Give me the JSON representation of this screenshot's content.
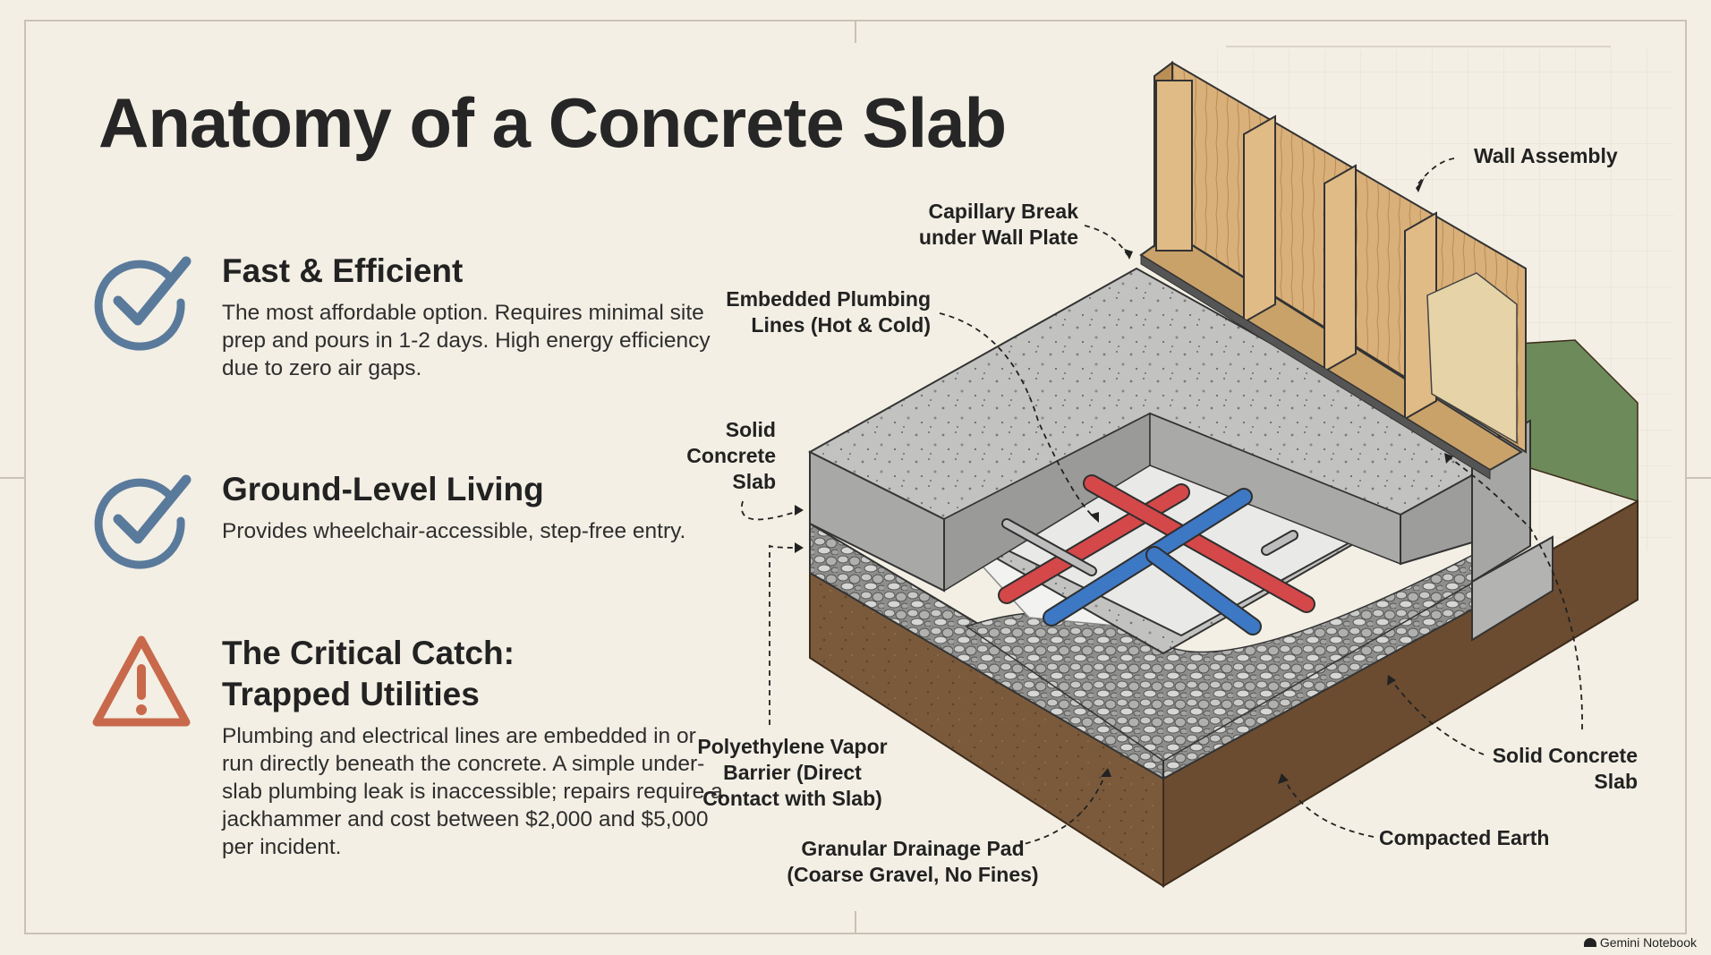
{
  "title": "Anatomy of a Concrete Slab",
  "features": [
    {
      "icon": "check-circle-icon",
      "heading": "Fast & Efficient",
      "body": "The most affordable option. Requires minimal site prep and pours in 1-2 days. High energy efficiency due to zero air gaps."
    },
    {
      "icon": "check-circle-icon",
      "heading": "Ground-Level Living",
      "body": "Provides wheelchair-accessible, step-free entry."
    },
    {
      "icon": "warning-triangle-icon",
      "heading_line1": "The Critical Catch:",
      "heading_line2": "Trapped Utilities",
      "body": "Plumbing and electrical lines are embedded in or run directly beneath the concrete. A simple under-slab plumbing leak is inaccessible; repairs require a jackhammer and cost between $2,000 and $5,000 per incident."
    }
  ],
  "labels": {
    "wall_assembly": "Wall Assembly",
    "capillary_1": "Capillary Break",
    "capillary_2": "under Wall Plate",
    "plumbing_1": "Embedded Plumbing",
    "plumbing_2": "Lines (Hot & Cold)",
    "solid_left_1": "Solid",
    "solid_left_2": "Concrete",
    "solid_left_3": "Slab",
    "vapor_1": "Polyethylene Vapor",
    "vapor_2": "Barrier (Direct",
    "vapor_3": "Contact with Slab)",
    "gravel_1": "Granular Drainage Pad",
    "gravel_2": "(Coarse Gravel, No Fines)",
    "compacted": "Compacted Earth",
    "solid_right_1": "Solid Concrete",
    "solid_right_2": "Slab"
  },
  "brand": "Gemini Notebook",
  "colors": {
    "background": "#f3efe4",
    "check_blue": "#5a7a9c",
    "warning_orange": "#c8694b",
    "hot_pipe": "#d4484a",
    "cold_pipe": "#3d78c4",
    "concrete": "#b7b7b5",
    "wood": "#d9b07a",
    "soil": "#7b5a3c"
  }
}
